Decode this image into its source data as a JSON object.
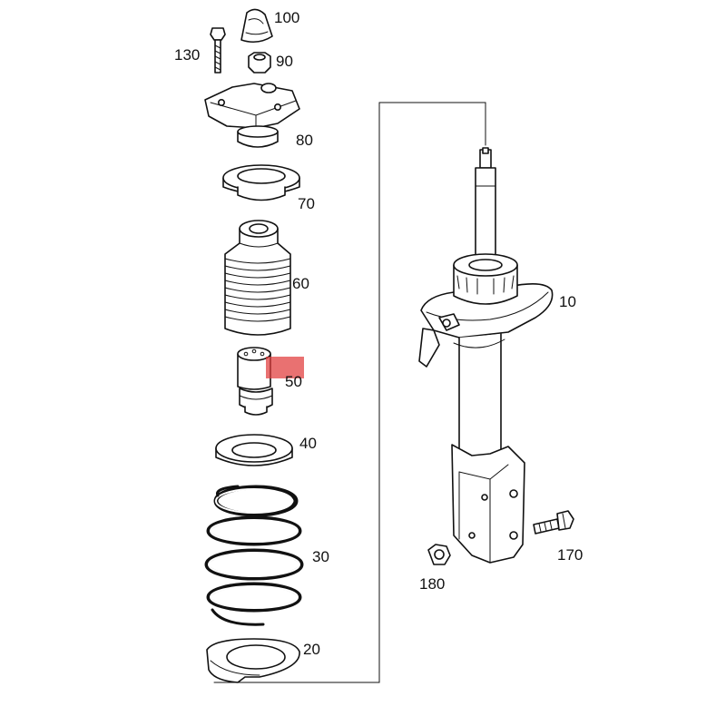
{
  "diagram": {
    "colors": {
      "line": "#111111",
      "background": "#ffffff",
      "highlight": "#e03a3a"
    },
    "parts": [
      {
        "id": "bolt",
        "label": "130"
      },
      {
        "id": "cap",
        "label": "100"
      },
      {
        "id": "nut",
        "label": "90"
      },
      {
        "id": "top-mount",
        "label": "80"
      },
      {
        "id": "bearing",
        "label": "70"
      },
      {
        "id": "dust-boot",
        "label": "60"
      },
      {
        "id": "bump-stop",
        "label": "50",
        "highlighted": true
      },
      {
        "id": "upper-spring-seat",
        "label": "40"
      },
      {
        "id": "coil-spring",
        "label": "30"
      },
      {
        "id": "lower-spring-pad",
        "label": "20"
      },
      {
        "id": "strut-assembly",
        "label": "10"
      },
      {
        "id": "mounting-bolt",
        "label": "170"
      },
      {
        "id": "hex-nut",
        "label": "180"
      }
    ]
  }
}
